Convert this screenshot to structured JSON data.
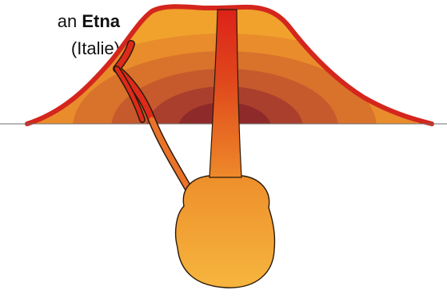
{
  "title": {
    "line1_prefix": "an ",
    "line1_bold": "Etna",
    "line2": "(Italie)"
  },
  "colors": {
    "background": "#ffffff",
    "ground_line": "#6e6e6e",
    "rim_red": "#d4261d",
    "conduit_red": "#dd2a1a",
    "layer_colors": [
      "#f0a22d",
      "#e98c2c",
      "#d9722b",
      "#c65a2d",
      "#ab3f2e",
      "#8f2a2b"
    ],
    "chamber_fill": "#f2a235",
    "chamber_stroke": "#2a1a0a"
  },
  "icons": {
    "diagram": "volcano-cross-section-icon"
  }
}
